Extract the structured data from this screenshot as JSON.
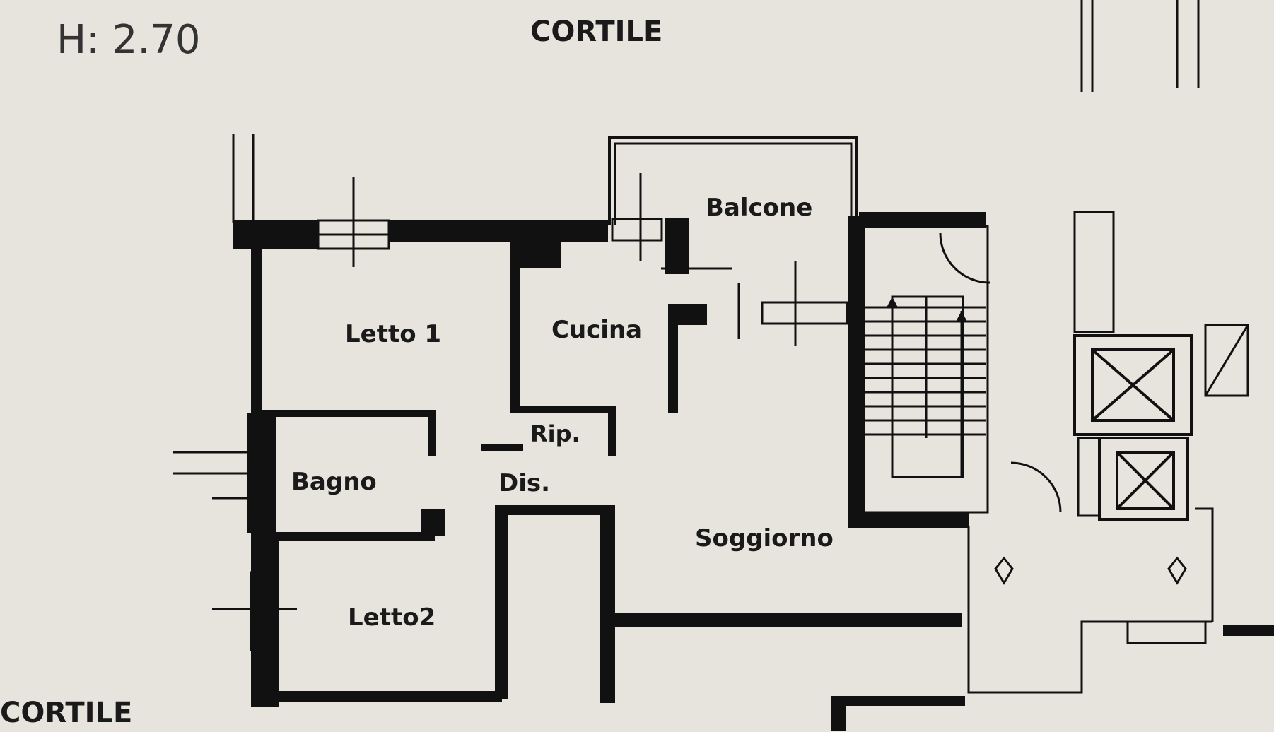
{
  "header": {
    "height_label": "H: 2.70",
    "cortile_top": "CORTILE",
    "cortile_bottom": "CORTILE"
  },
  "rooms": {
    "letto1": "Letto 1",
    "cucina": "Cucina",
    "balcone": "Balcone",
    "bagno": "Bagno",
    "ripostiglio": "Rip.",
    "disimpegno": "Dis.",
    "soggiorno": "Soggiorno",
    "letto2": "Letto2"
  }
}
